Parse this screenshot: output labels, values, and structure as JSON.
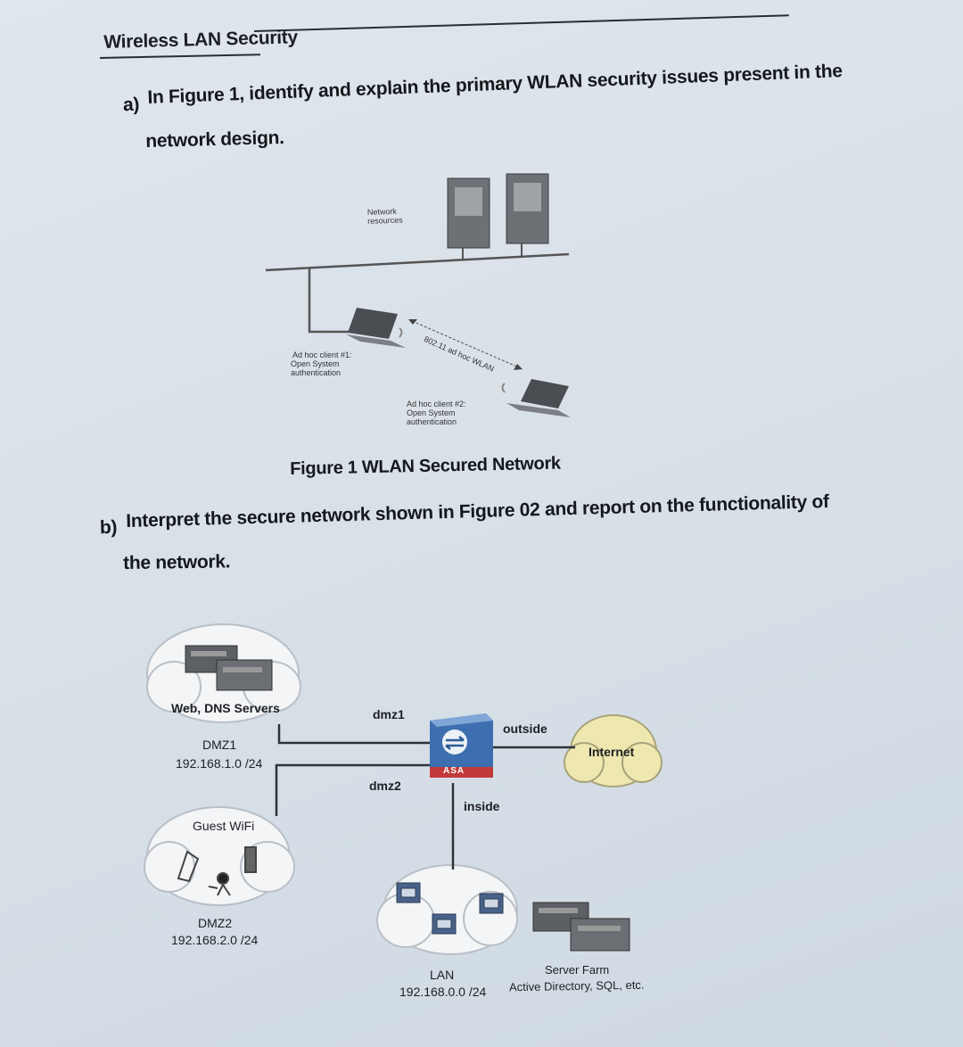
{
  "section_title": "Wireless LAN Security",
  "question_a": {
    "marker": "a)",
    "line1": "In Figure 1, identify and explain the primary WLAN security issues present in the",
    "line2": "network design."
  },
  "figure1": {
    "network_resources": "Network resources",
    "wlan_label": "802.11 ad hoc WLAN",
    "client1_line1": "Ad hoc client #1:",
    "client1_line2": "Open System",
    "client1_line3": "authentication",
    "client2_line1": "Ad hoc client #2:",
    "client2_line2": "Open System",
    "client2_line3": "authentication",
    "caption": "Figure 1 WLAN Secured Network"
  },
  "question_b": {
    "marker": "b)",
    "line1": "Interpret the secure network shown in Figure 02 and report on the functionality of",
    "line2": "the network."
  },
  "figure2": {
    "web_dns": "Web, DNS Servers",
    "dmz1_zone": "DMZ1",
    "dmz1_subnet": "192.168.1.0 /24",
    "guest_wifi": "Guest WiFi",
    "dmz2_zone": "DMZ2",
    "dmz2_subnet": "192.168.2.0 /24",
    "dmz1_if": "dmz1",
    "dmz2_if": "dmz2",
    "outside_if": "outside",
    "inside_if": "inside",
    "asa_label": "ASA",
    "internet": "Internet",
    "lan": "LAN",
    "lan_subnet": "192.168.0.0 /24",
    "server_farm": "Server Farm",
    "server_farm_desc": "Active Directory, SQL, etc."
  }
}
